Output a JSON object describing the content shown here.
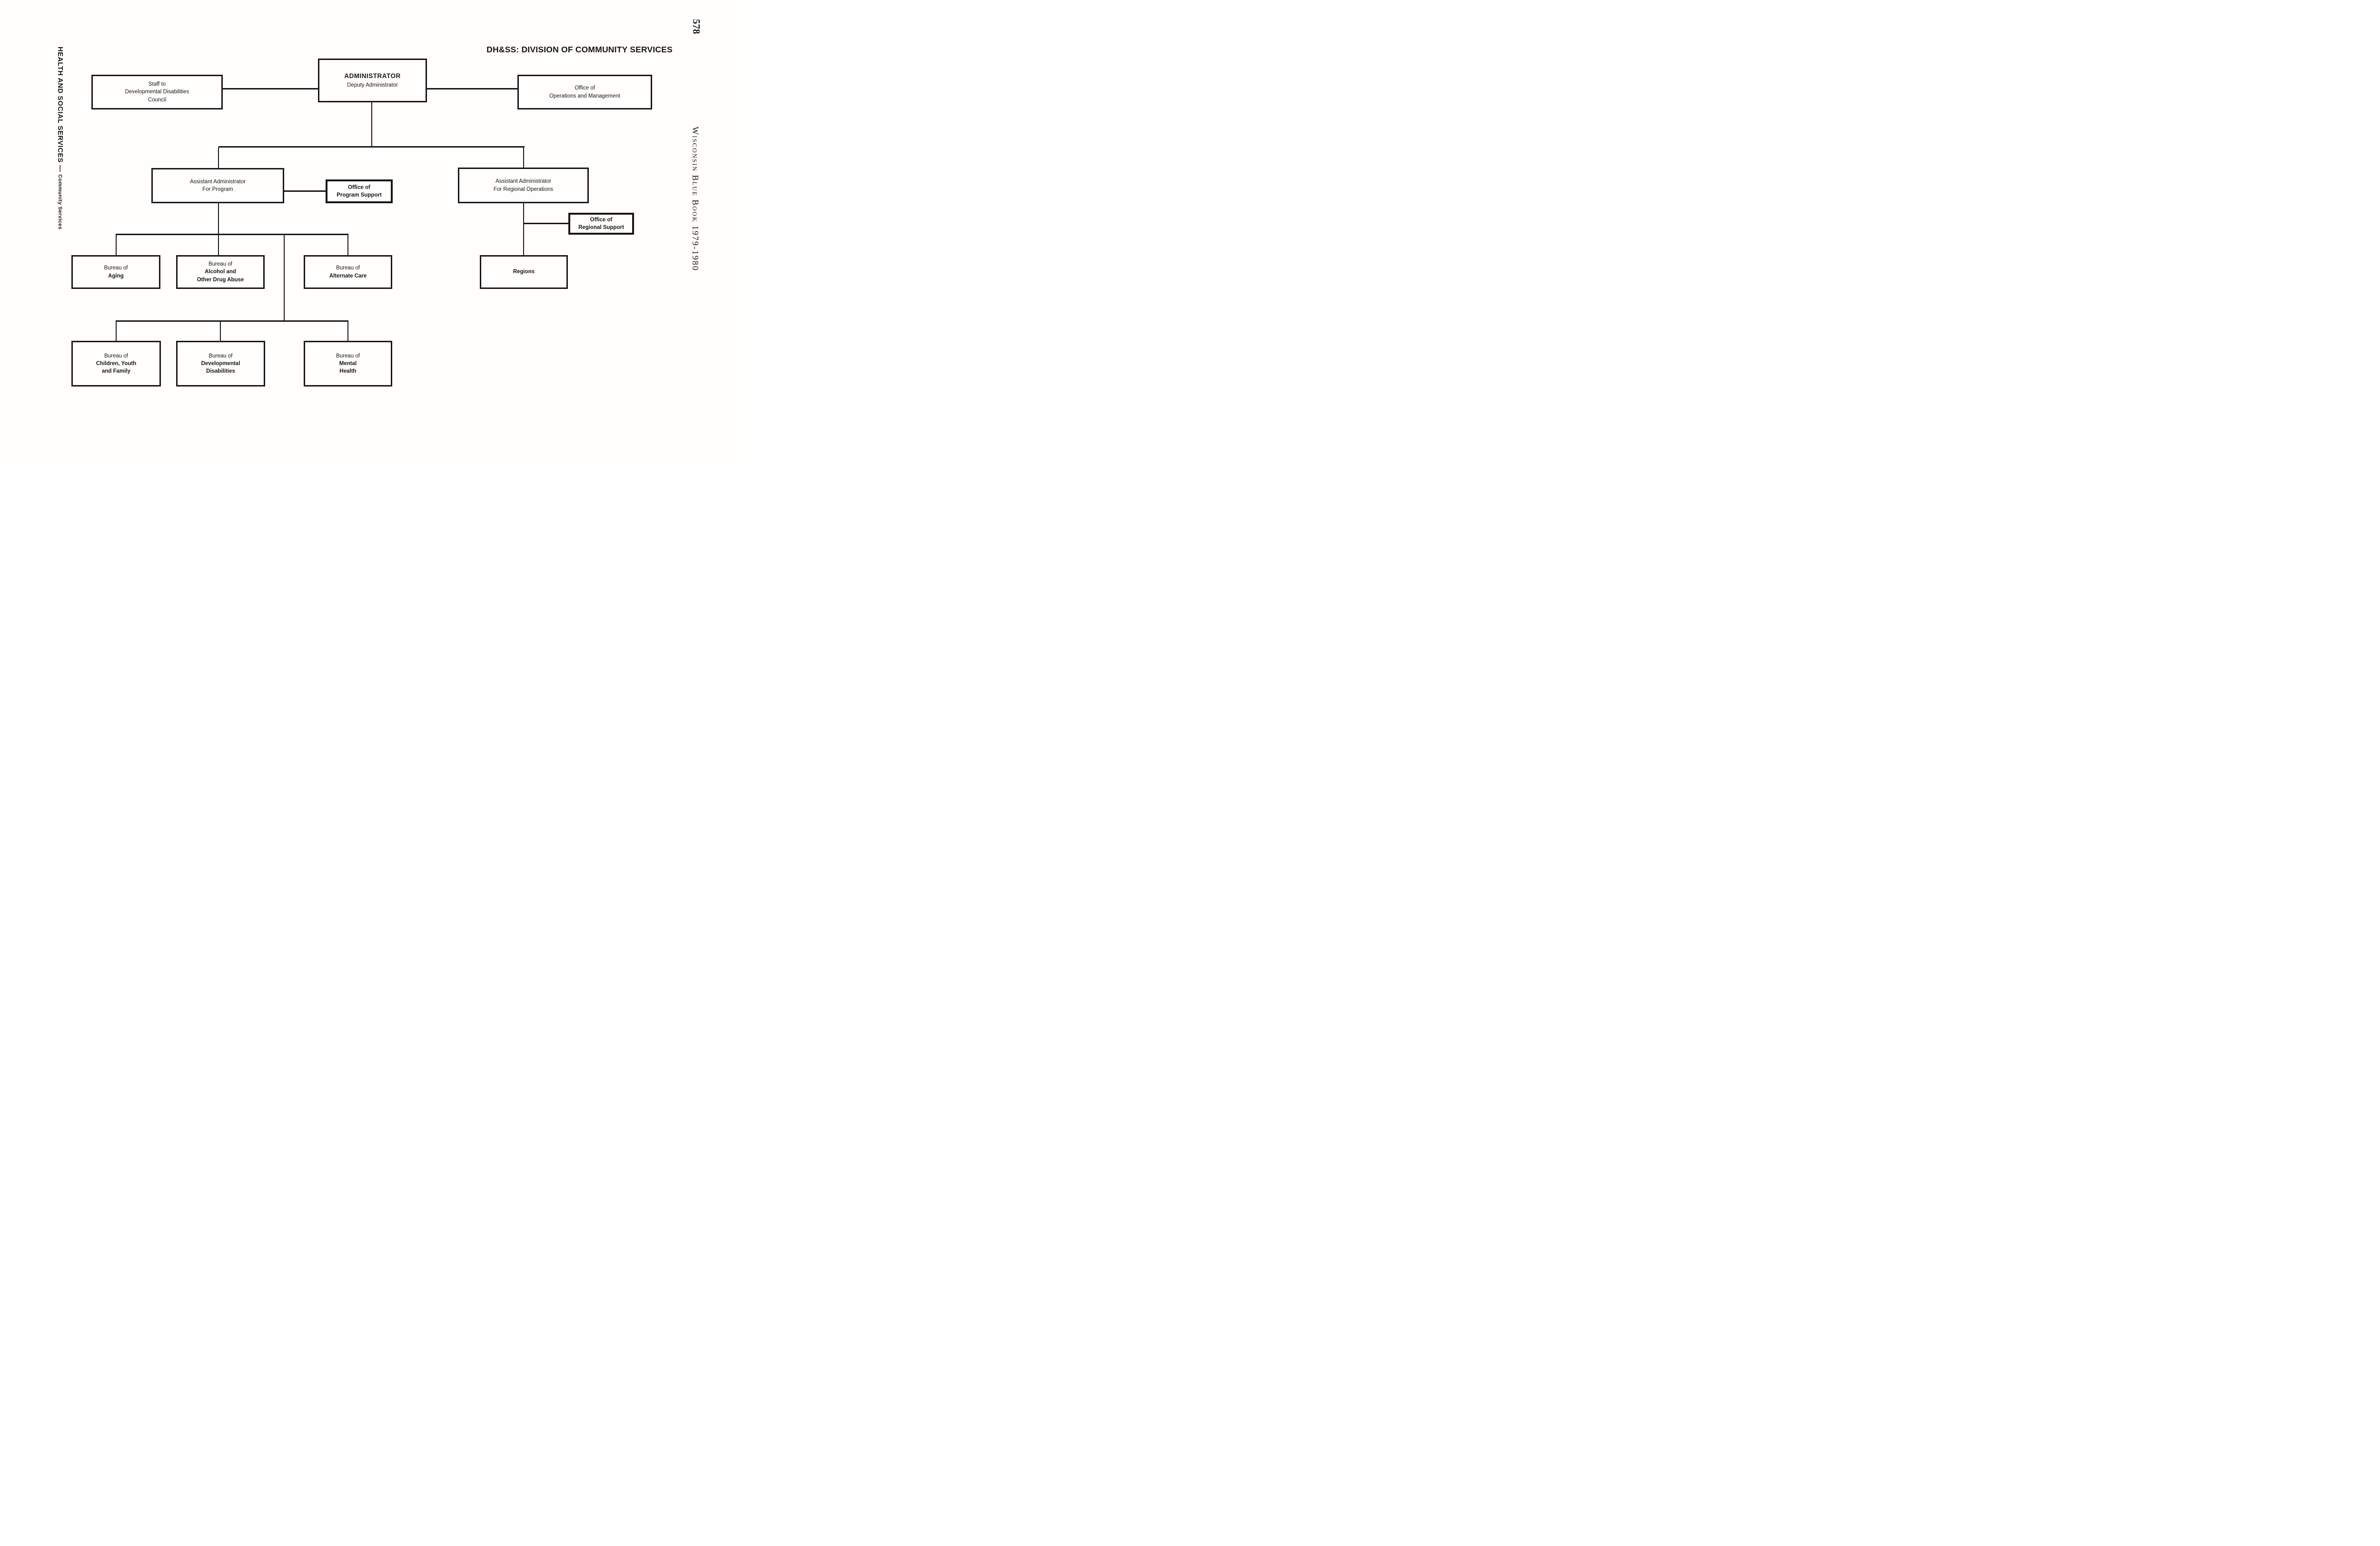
{
  "header": {
    "title": "DH&SS: DIVISION OF COMMUNITY SERVICES",
    "page_number": "578"
  },
  "margins": {
    "left_caps": "HEALTH AND SOCIAL SERVICES",
    "left_separator": " — ",
    "left_sub": "Community Services",
    "right_text": "Wisconsin Blue Book 1979-1980"
  },
  "nodes": {
    "administrator": {
      "title": "ADMINISTRATOR",
      "subtitle": "Deputy Administrator"
    },
    "staff_dd_council": {
      "l1": "Staff to",
      "l2": "Developmental Disabilities",
      "l3": "Council"
    },
    "office_ops_mgmt": {
      "l1": "Office of",
      "l2": "Operations and Management"
    },
    "asst_admin_program": {
      "l1": "Assistant Administrator",
      "l2": "For Program"
    },
    "office_program_support": {
      "l1": "Office of",
      "l2": "Program Support"
    },
    "asst_admin_regional": {
      "l1": "Assistant Administrator",
      "l2": "For Regional Operations"
    },
    "office_regional_support": {
      "l1": "Office of",
      "l2": "Regional Support"
    },
    "bureau_aging": {
      "prefix": "Bureau of",
      "name": "Aging"
    },
    "bureau_alcohol": {
      "prefix": "Bureau of",
      "name_l1": "Alcohol and",
      "name_l2": "Other Drug Abuse"
    },
    "bureau_alternate_care": {
      "prefix": "Bureau of",
      "name": "Alternate Care"
    },
    "regions": {
      "name": "Regions"
    },
    "bureau_children": {
      "prefix": "Bureau of",
      "name_l1": "Children, Youth",
      "name_l2": "and Family"
    },
    "bureau_dev_disabilities": {
      "prefix": "Bureau of",
      "name_l1": "Developmental",
      "name_l2": "Disabilities"
    },
    "bureau_mental_health": {
      "prefix": "Bureau of",
      "name_l1": "Mental",
      "name_l2": "Health"
    }
  },
  "colors": {
    "ink": "#161616",
    "paper": "#fffefc"
  }
}
